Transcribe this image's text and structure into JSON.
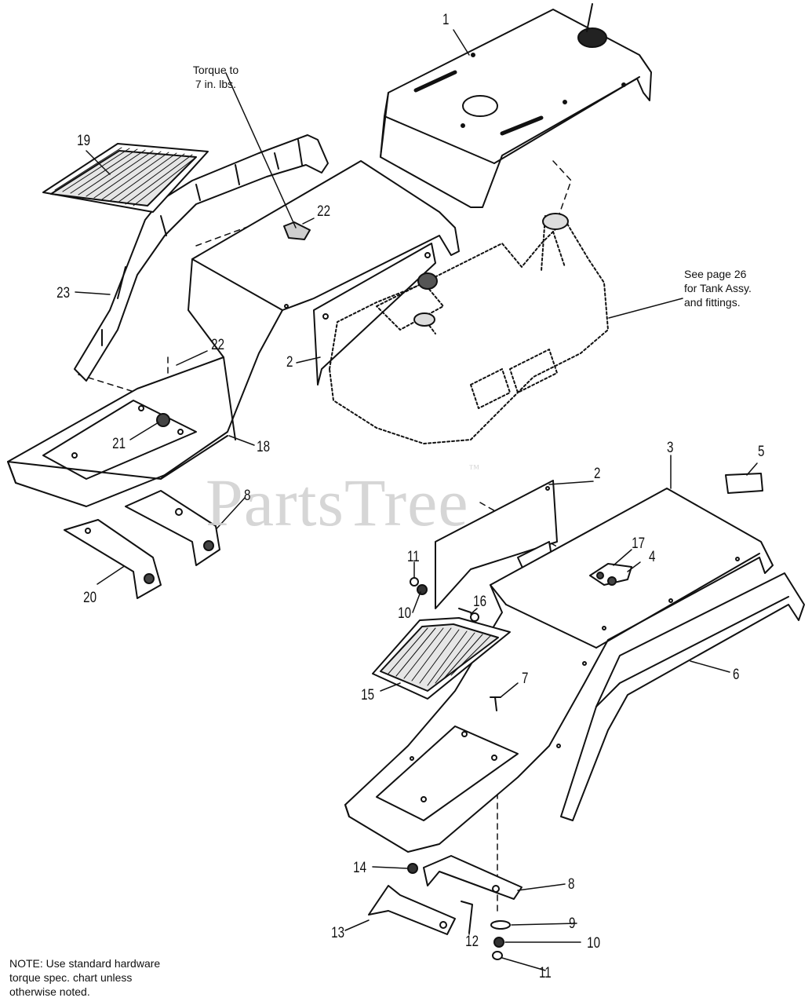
{
  "watermark": "PartsTree",
  "trademark": "™",
  "annotations": {
    "torque_line1": "Torque to",
    "torque_line2": "7 in. lbs.",
    "tank_ref_line1": "See page 26",
    "tank_ref_line2": "for Tank Assy.",
    "tank_ref_line3": "and fittings.",
    "note_line1": "NOTE: Use standard hardware",
    "note_line2": "torque spec. chart unless",
    "note_line3": "otherwise noted."
  },
  "callouts": [
    {
      "id": "c1",
      "label": "1"
    },
    {
      "id": "c19",
      "label": "19"
    },
    {
      "id": "c22a",
      "label": "22"
    },
    {
      "id": "c23",
      "label": "23"
    },
    {
      "id": "c22b",
      "label": "22"
    },
    {
      "id": "c2a",
      "label": "2"
    },
    {
      "id": "c21",
      "label": "21"
    },
    {
      "id": "c18",
      "label": "18"
    },
    {
      "id": "c8a",
      "label": "8"
    },
    {
      "id": "c20",
      "label": "20"
    },
    {
      "id": "c3",
      "label": "3"
    },
    {
      "id": "c5",
      "label": "5"
    },
    {
      "id": "c2b",
      "label": "2"
    },
    {
      "id": "c17",
      "label": "17"
    },
    {
      "id": "c4",
      "label": "4"
    },
    {
      "id": "c11a",
      "label": "11"
    },
    {
      "id": "c10a",
      "label": "10"
    },
    {
      "id": "c16",
      "label": "16"
    },
    {
      "id": "c6",
      "label": "6"
    },
    {
      "id": "c15",
      "label": "15"
    },
    {
      "id": "c7",
      "label": "7"
    },
    {
      "id": "c14",
      "label": "14"
    },
    {
      "id": "c8b",
      "label": "8"
    },
    {
      "id": "c9",
      "label": "9"
    },
    {
      "id": "c13",
      "label": "13"
    },
    {
      "id": "c12",
      "label": "12"
    },
    {
      "id": "c10b",
      "label": "10"
    },
    {
      "id": "c11b",
      "label": "11"
    }
  ]
}
